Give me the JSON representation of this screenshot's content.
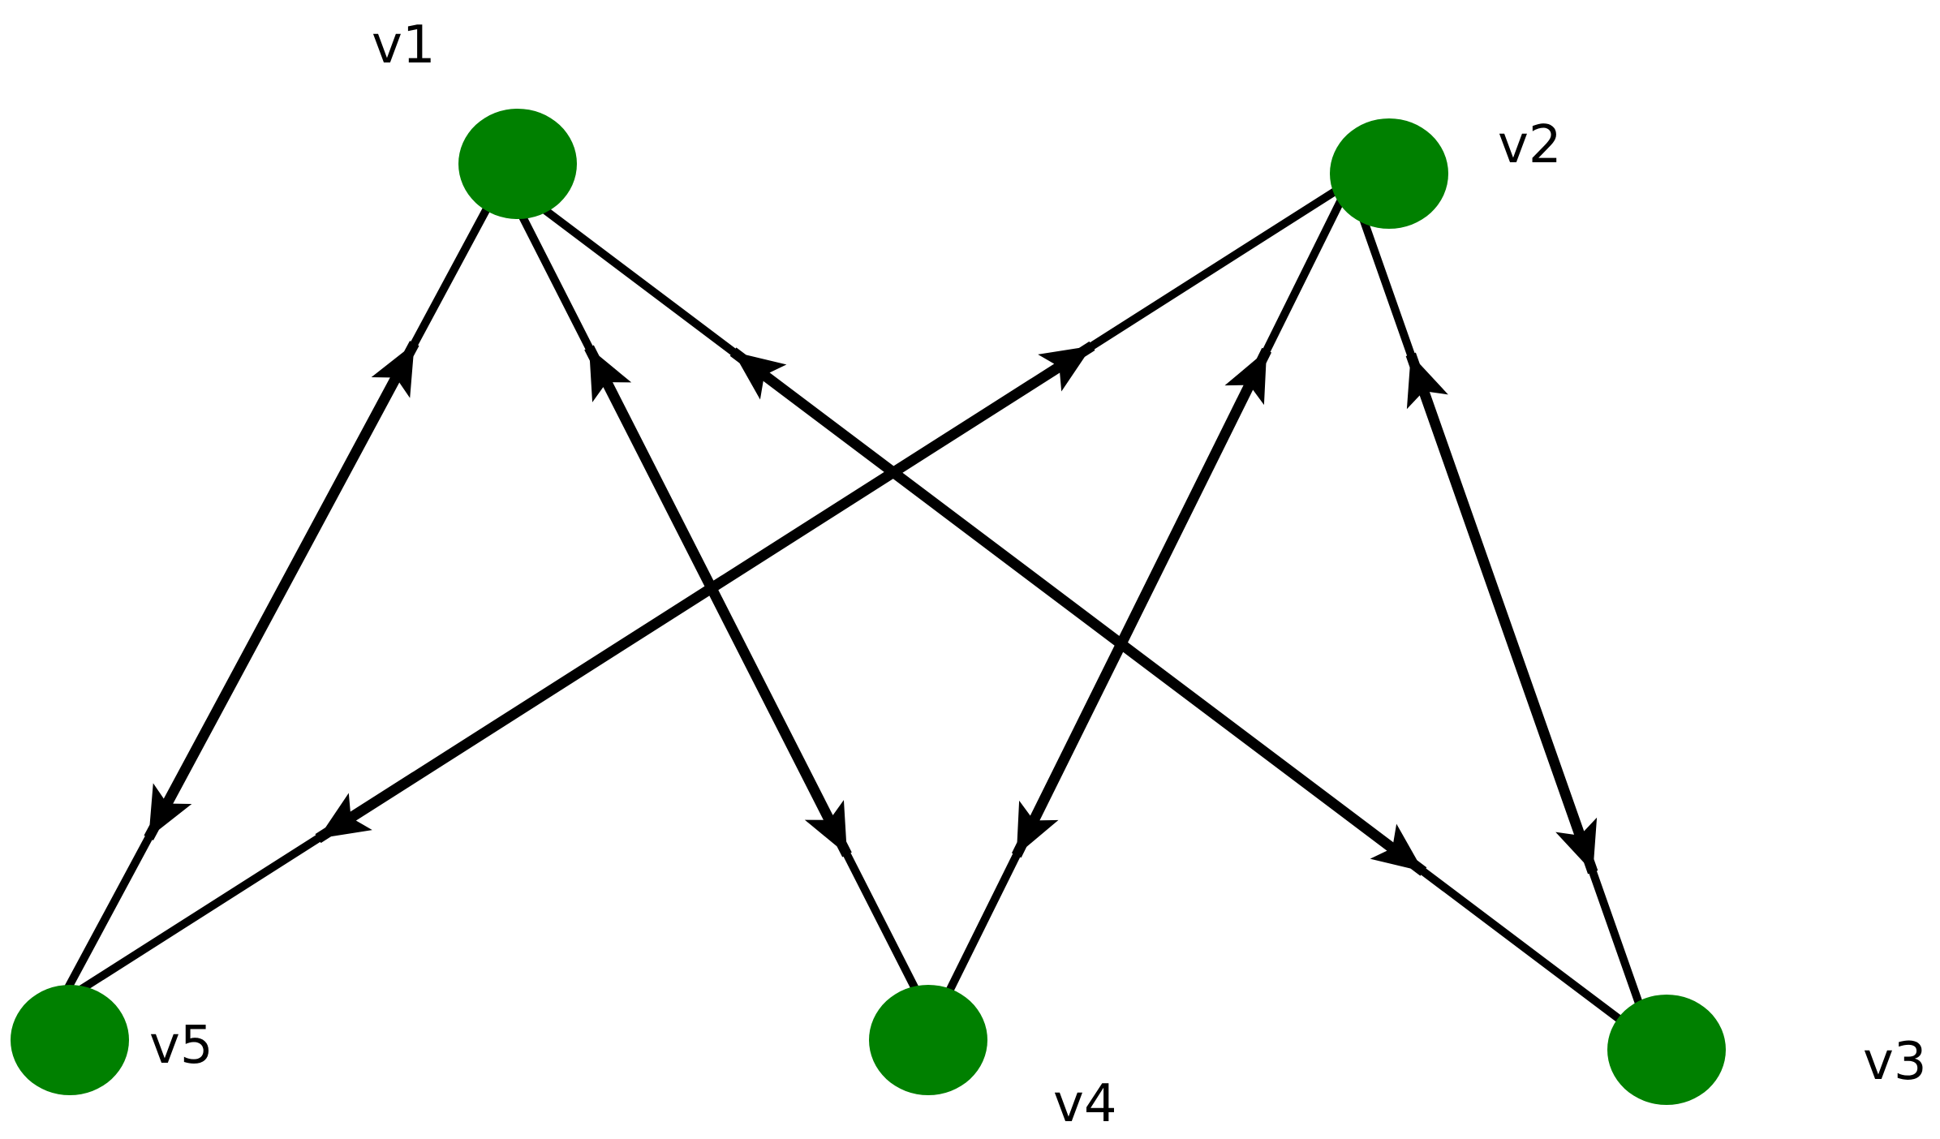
{
  "graph": {
    "node_color": "#008000",
    "edge_color": "#000000",
    "nodes": [
      {
        "id": "v1",
        "label": "v1"
      },
      {
        "id": "v2",
        "label": "v2"
      },
      {
        "id": "v3",
        "label": "v3"
      },
      {
        "id": "v4",
        "label": "v4"
      },
      {
        "id": "v5",
        "label": "v5"
      }
    ],
    "edges": [
      {
        "from": "v1",
        "to": "v5",
        "bidirectional": true
      },
      {
        "from": "v1",
        "to": "v4",
        "bidirectional": true
      },
      {
        "from": "v1",
        "to": "v3",
        "bidirectional": true
      },
      {
        "from": "v2",
        "to": "v5",
        "bidirectional": true
      },
      {
        "from": "v2",
        "to": "v4",
        "bidirectional": true
      },
      {
        "from": "v2",
        "to": "v3",
        "bidirectional": true
      }
    ]
  }
}
